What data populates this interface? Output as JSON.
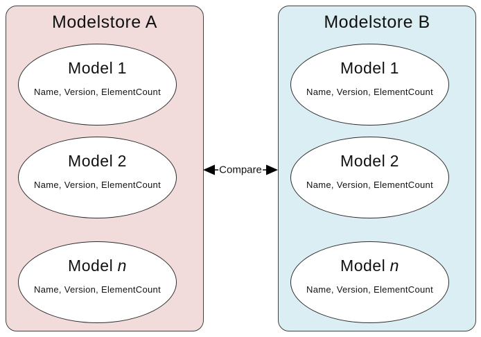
{
  "stores": [
    {
      "title": "Modelstore A",
      "fill": "#F2DCDB",
      "models": [
        {
          "name": "Model",
          "id": "1",
          "attrs": "Name, Version, ElementCount"
        },
        {
          "name": "Model",
          "id": "2",
          "attrs": "Name, Version, ElementCount"
        },
        {
          "name": "Model",
          "id": "n",
          "attrs": "Name, Version, ElementCount"
        }
      ]
    },
    {
      "title": "Modelstore B",
      "fill": "#DAEEF3",
      "models": [
        {
          "name": "Model",
          "id": "1",
          "attrs": "Name, Version, ElementCount"
        },
        {
          "name": "Model",
          "id": "2",
          "attrs": "Name, Version, ElementCount"
        },
        {
          "name": "Model",
          "id": "n",
          "attrs": "Name, Version, ElementCount"
        }
      ]
    }
  ],
  "connector": {
    "label": "Compare"
  },
  "colors": {
    "store_a_fill": "#F2DCDB",
    "store_b_fill": "#DAEEF3",
    "box_border": "#404040",
    "ellipse_border": "#2B2B2B",
    "arrow": "#000000"
  }
}
